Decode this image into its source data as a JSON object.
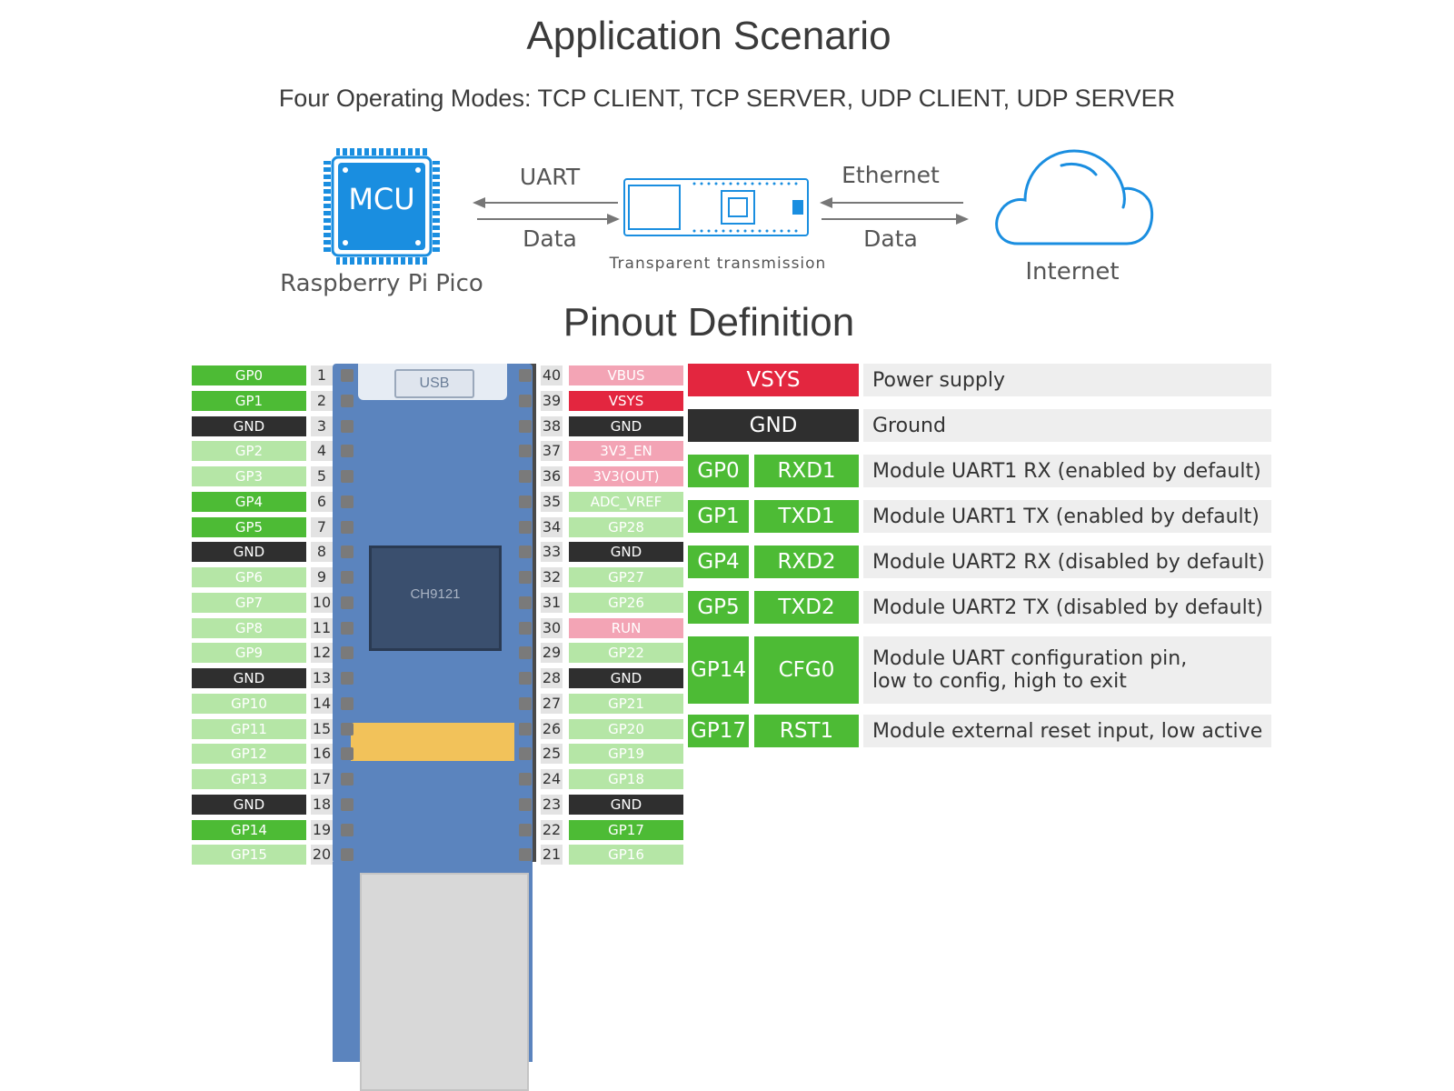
{
  "app_title": "Application Scenario",
  "modes": "Four Operating Modes: TCP CLIENT, TCP SERVER, UDP CLIENT, UDP SERVER",
  "scenario": {
    "mcu_chip": "MCU",
    "mcu_label": "Raspberry Pi Pico",
    "uart_label": "UART",
    "data_left": "Data",
    "module_label": "Transparent transmission",
    "ethernet_label": "Ethernet",
    "data_right": "Data",
    "internet_label": "Internet"
  },
  "pinout_title": "Pinout Definition",
  "board": {
    "usb": "USB",
    "chip": "CH9121"
  },
  "left_pins": [
    {
      "label": "GP0",
      "num": "1",
      "color": "green"
    },
    {
      "label": "GP1",
      "num": "2",
      "color": "green"
    },
    {
      "label": "GND",
      "num": "3",
      "color": "dark"
    },
    {
      "label": "GP2",
      "num": "4",
      "color": "lgreen"
    },
    {
      "label": "GP3",
      "num": "5",
      "color": "lgreen"
    },
    {
      "label": "GP4",
      "num": "6",
      "color": "green"
    },
    {
      "label": "GP5",
      "num": "7",
      "color": "green"
    },
    {
      "label": "GND",
      "num": "8",
      "color": "dark"
    },
    {
      "label": "GP6",
      "num": "9",
      "color": "lgreen"
    },
    {
      "label": "GP7",
      "num": "10",
      "color": "lgreen"
    },
    {
      "label": "GP8",
      "num": "11",
      "color": "lgreen"
    },
    {
      "label": "GP9",
      "num": "12",
      "color": "lgreen"
    },
    {
      "label": "GND",
      "num": "13",
      "color": "dark"
    },
    {
      "label": "GP10",
      "num": "14",
      "color": "lgreen"
    },
    {
      "label": "GP11",
      "num": "15",
      "color": "lgreen"
    },
    {
      "label": "GP12",
      "num": "16",
      "color": "lgreen"
    },
    {
      "label": "GP13",
      "num": "17",
      "color": "lgreen"
    },
    {
      "label": "GND",
      "num": "18",
      "color": "dark"
    },
    {
      "label": "GP14",
      "num": "19",
      "color": "green"
    },
    {
      "label": "GP15",
      "num": "20",
      "color": "lgreen"
    }
  ],
  "right_pins": [
    {
      "label": "VBUS",
      "num": "40",
      "color": "pink"
    },
    {
      "label": "VSYS",
      "num": "39",
      "color": "red"
    },
    {
      "label": "GND",
      "num": "38",
      "color": "dark"
    },
    {
      "label": "3V3_EN",
      "num": "37",
      "color": "pink"
    },
    {
      "label": "3V3(OUT)",
      "num": "36",
      "color": "pink"
    },
    {
      "label": "ADC_VREF",
      "num": "35",
      "color": "lgreen"
    },
    {
      "label": "GP28",
      "num": "34",
      "color": "lgreen"
    },
    {
      "label": "GND",
      "num": "33",
      "color": "dark"
    },
    {
      "label": "GP27",
      "num": "32",
      "color": "lgreen"
    },
    {
      "label": "GP26",
      "num": "31",
      "color": "lgreen"
    },
    {
      "label": "RUN",
      "num": "30",
      "color": "pink"
    },
    {
      "label": "GP22",
      "num": "29",
      "color": "lgreen"
    },
    {
      "label": "GND",
      "num": "28",
      "color": "dark"
    },
    {
      "label": "GP21",
      "num": "27",
      "color": "lgreen"
    },
    {
      "label": "GP20",
      "num": "26",
      "color": "lgreen"
    },
    {
      "label": "GP19",
      "num": "25",
      "color": "lgreen"
    },
    {
      "label": "GP18",
      "num": "24",
      "color": "lgreen"
    },
    {
      "label": "GND",
      "num": "23",
      "color": "dark"
    },
    {
      "label": "GP17",
      "num": "22",
      "color": "green"
    },
    {
      "label": "GP16",
      "num": "21",
      "color": "lgreen"
    }
  ],
  "table": [
    {
      "pin": "VSYS",
      "func": "",
      "desc1": "Power supply",
      "desc2": "",
      "color": "red"
    },
    {
      "pin": "GND",
      "func": "",
      "desc1": "Ground",
      "desc2": "",
      "color": "dark"
    },
    {
      "pin": "GP0",
      "func": "RXD1",
      "desc1": "Module UART1 RX (enabled by default)",
      "desc2": "",
      "color": "green"
    },
    {
      "pin": "GP1",
      "func": "TXD1",
      "desc1": "Module UART1 TX (enabled by default)",
      "desc2": "",
      "color": "green"
    },
    {
      "pin": "GP4",
      "func": "RXD2",
      "desc1": "Module UART2 RX (disabled by default)",
      "desc2": "",
      "color": "green"
    },
    {
      "pin": "GP5",
      "func": "TXD2",
      "desc1": "Module UART2 TX (disabled by default)",
      "desc2": "",
      "color": "green"
    },
    {
      "pin": "GP14",
      "func": "CFG0",
      "desc1": "Module UART configuration pin,",
      "desc2": "low to config, high to exit",
      "color": "green"
    },
    {
      "pin": "GP17",
      "func": "RST1",
      "desc1": "Module external reset input, low active",
      "desc2": "",
      "color": "green"
    }
  ],
  "colors": {
    "dark": "#2f2f2f",
    "green": "#4dbb35",
    "lgreen": "#b5e6a6",
    "red": "#e3263f",
    "pink": "#f3a4b5",
    "mcu_blue": "#1a8ee0",
    "board_blue": "#5b84be"
  }
}
